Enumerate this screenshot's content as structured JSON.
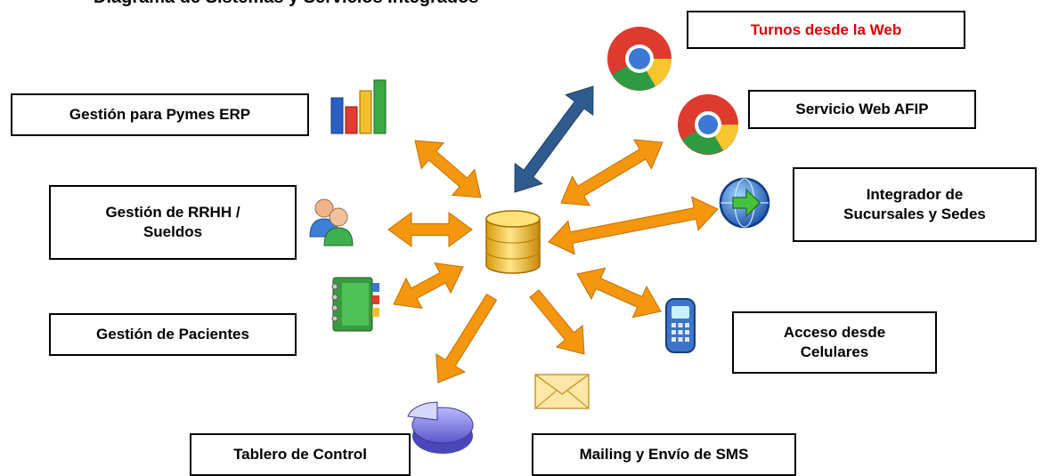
{
  "title": "Diagrama de Sistemas y Servicios Integrados",
  "colors": {
    "arrow": "#f5960f",
    "arrow_highlight": "#2f5c8f",
    "red_label": "#e00000"
  },
  "nodes": {
    "turnos_web": {
      "label": "Turnos desde la Web",
      "icon": "chrome-icon"
    },
    "afip": {
      "label": "Servicio Web AFIP",
      "icon": "chrome-icon"
    },
    "erp": {
      "label": "Gestión para Pymes ERP",
      "icon": "bar-chart-icon"
    },
    "rrhh": {
      "lines": [
        "Gestión de RRHH /",
        "Sueldos"
      ],
      "icon": "users-icon"
    },
    "sucursales": {
      "lines": [
        "Integrador de",
        "Sucursales y Sedes"
      ],
      "icon": "globe-arrow-icon"
    },
    "pacientes": {
      "label": "Gestión de Pacientes",
      "icon": "binder-icon"
    },
    "celulares": {
      "lines": [
        "Acceso desde",
        "Celulares"
      ],
      "icon": "mobile-phone-icon"
    },
    "tablero": {
      "label": "Tablero de Control",
      "icon": "pie-chart-icon"
    },
    "mailing": {
      "label": "Mailing y Envío de SMS",
      "icon": "envelope-icon"
    },
    "center": {
      "icon": "database-icon"
    }
  }
}
